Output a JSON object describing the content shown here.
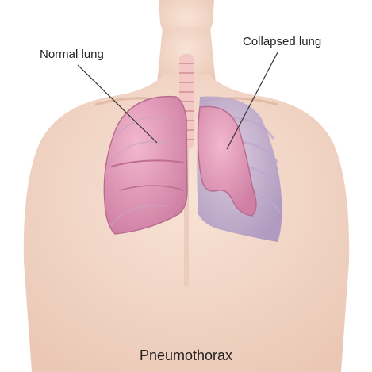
{
  "labels": {
    "normal": "Normal lung",
    "collapsed": "Collapsed lung"
  },
  "caption": "Pneumothorax",
  "colors": {
    "skin": "#f3d8c9",
    "skin_shadow": "#e6c1ae",
    "lung": "#e59ab8",
    "lung_dark": "#c9789e",
    "pleural_space": "#b7a6cc",
    "rib": "#cdb8d3",
    "trachea": "#f2c7c5",
    "trachea_ring": "#d99c9b",
    "leader_line": "#333333"
  }
}
